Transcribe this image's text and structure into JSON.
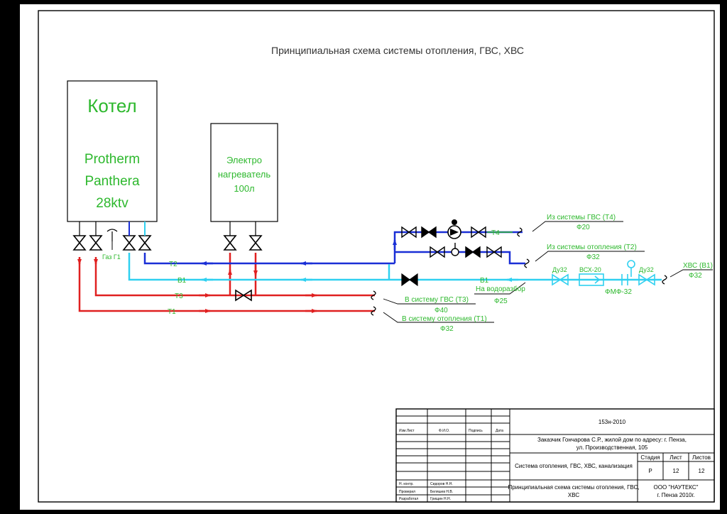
{
  "title": "Принципиальная схема системы отопления, ГВС, ХВС",
  "boiler": {
    "label": "Котел",
    "model_line1": "Protherm",
    "model_line2": "Panthera",
    "model_line3": "28ktv"
  },
  "heater": {
    "line1": "Электро",
    "line2": "нагреватель",
    "line3": "100л"
  },
  "line_labels": {
    "t1": "T1",
    "t2": "T2",
    "t3": "T3",
    "t4": "T4",
    "b1_left": "B1",
    "b1_right": "B1",
    "gas": "Газ Г1"
  },
  "annotations": {
    "gvs_t4": "Из системы ГВС (Т4)",
    "gvs_t4_d": "Ф20",
    "heat_t2": "Из системы отопления (Т2)",
    "heat_t2_d": "Ф32",
    "hvs_b1": "ХВС (В1)",
    "hvs_b1_d": "Ф32",
    "water_draw": "На водоразбор",
    "water_draw_d": "Ф25",
    "to_gvs_t3": "В систему ГВС (Т3)",
    "to_gvs_t3_d": "Ф40",
    "to_heat_t1": "В систему отопления (Т1)",
    "to_heat_t1_d": "Ф32",
    "du32_a": "Ду32",
    "du32_b": "Ду32",
    "vsh": "ВСХ-20",
    "fmf": "ФМФ-32"
  },
  "colors": {
    "red": "#e02020",
    "blue": "#1a2fd6",
    "cyan": "#2fd0f0",
    "green": "#2db82d",
    "paper": "#ffffff",
    "ink": "#000000"
  },
  "title_block": {
    "code": "153н-2010",
    "customer_line1": "Заказчик Гончарова С.Р., жилой дом по адресу: г. Пенза,",
    "customer_line2": "ул. Производственная, 105",
    "system": "Система отопления, ГВС, ХВС, канализация",
    "sheet_title_line1": "Принципиальная схема системы отопления, ГВС,",
    "sheet_title_line2": "ХВС",
    "org_line1": "ООО \"НАУТЕКС\"",
    "org_line2": "г. Пенза 2010г.",
    "hdr_stage": "Стадия",
    "hdr_sheet": "Лист",
    "hdr_sheets": "Листов",
    "val_stage": "Р",
    "val_sheet": "12",
    "val_sheets": "12",
    "col_izm": "Изм.Лист",
    "col_fio": "Ф.И.О.",
    "col_sign": "Подпись",
    "col_date": "Дата",
    "role1": "Н. контр.",
    "role2": "Проверил",
    "role3": "Разработал",
    "name1": "Сидоров Н.Н.",
    "name2": "Беляшев Н.В.",
    "name3": "Грищин Н.Н."
  }
}
